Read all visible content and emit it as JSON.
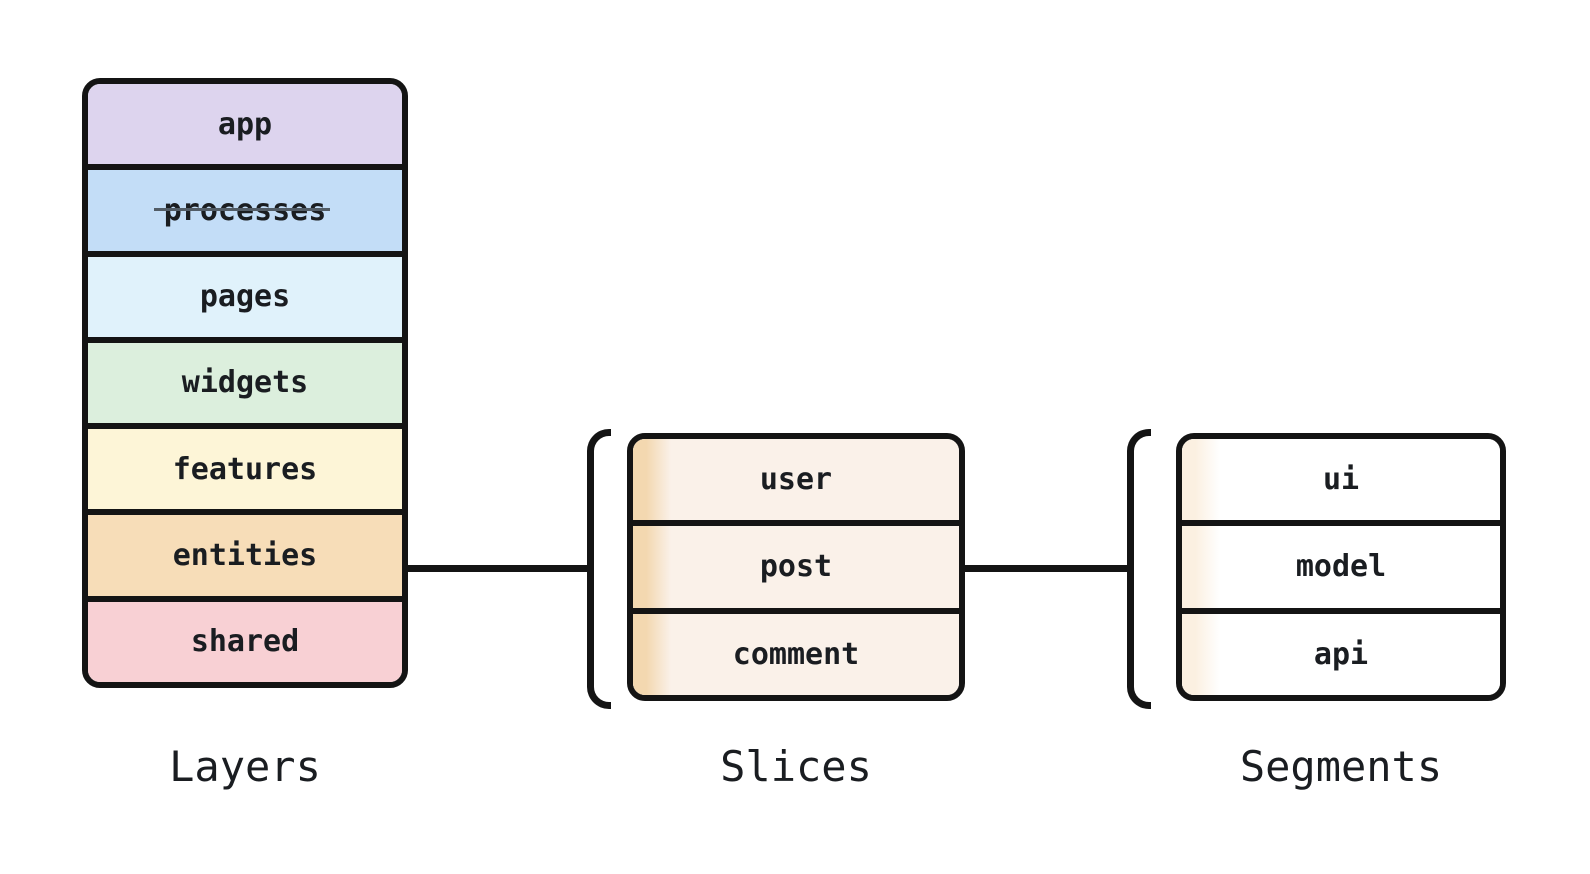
{
  "diagram": {
    "stroke_color": "#141414",
    "text_color": "#1a1d21",
    "deprecated_line_color": "#525c66",
    "layers": {
      "label": "Layers",
      "items": [
        {
          "label": "app",
          "color": "#ddd4ee",
          "strikethrough": false
        },
        {
          "label": "processes",
          "color": "#c3ddf7",
          "strikethrough": true
        },
        {
          "label": "pages",
          "color": "#e0f2fb",
          "strikethrough": false
        },
        {
          "label": "widgets",
          "color": "#dcefdd",
          "strikethrough": false
        },
        {
          "label": "features",
          "color": "#fdf5d7",
          "strikethrough": false
        },
        {
          "label": "entities",
          "color": "#f7ddb8",
          "strikethrough": false
        },
        {
          "label": "shared",
          "color": "#f8d0d4",
          "strikethrough": false
        }
      ]
    },
    "slices": {
      "label": "Slices",
      "row_color": "#faf1e9",
      "strip_color": "#f3d8b0",
      "items": [
        {
          "label": "user"
        },
        {
          "label": "post"
        },
        {
          "label": "comment"
        }
      ]
    },
    "segments": {
      "label": "Segments",
      "row_color": "#ffffff",
      "strip_color": "#fbf0e1",
      "items": [
        {
          "label": "ui"
        },
        {
          "label": "model"
        },
        {
          "label": "api"
        }
      ]
    }
  }
}
